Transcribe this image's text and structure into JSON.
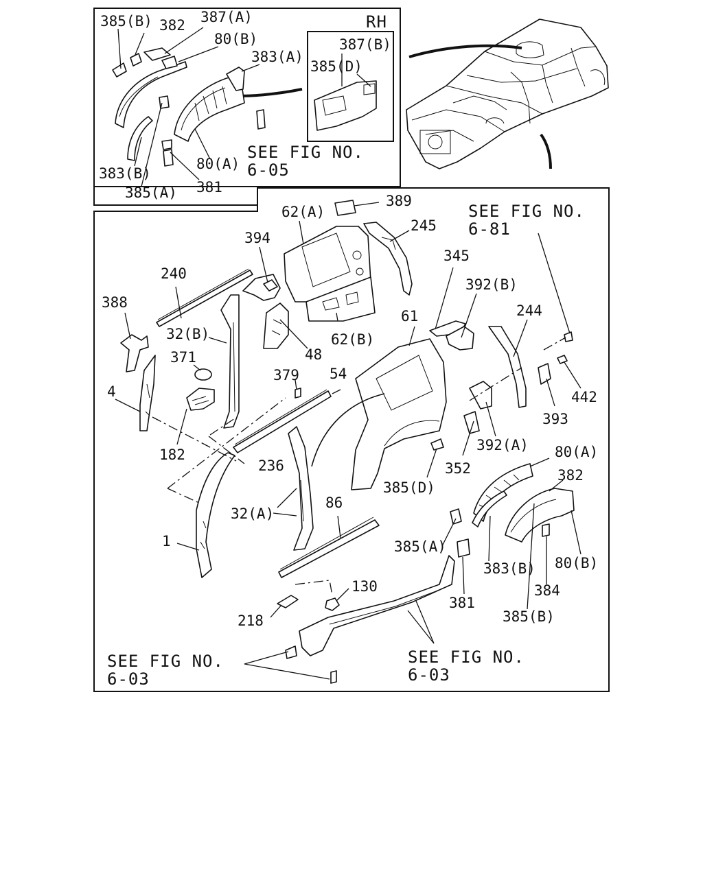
{
  "inset": {
    "side_label": "RH",
    "labels": [
      "385(B)",
      "382",
      "387(A)",
      "80(B)",
      "383(A)",
      "387(B)",
      "385(D)",
      "383(B)",
      "385(A)",
      "381",
      "80(A)"
    ],
    "see_fig": [
      "SEE FIG NO.",
      "6-05"
    ]
  },
  "main": {
    "labels": [
      "389",
      "62(A)",
      "245",
      "394",
      "345",
      "240",
      "392(B)",
      "388",
      "244",
      "61",
      "62(B)",
      "48",
      "32(B)",
      "371",
      "54",
      "379",
      "4",
      "442",
      "393",
      "392(A)",
      "182",
      "236",
      "80(A)",
      "352",
      "385(D)",
      "382",
      "32(A)",
      "86",
      "1",
      "385(A)",
      "383(B)",
      "80(B)",
      "130",
      "384",
      "381",
      "218",
      "385(B)"
    ],
    "see_fig_top": [
      "SEE FIG NO.",
      "6-81"
    ],
    "see_fig_bottom_left": [
      "SEE FIG NO.",
      "6-03"
    ],
    "see_fig_bottom_right": [
      "SEE FIG NO.",
      "6-03"
    ]
  }
}
